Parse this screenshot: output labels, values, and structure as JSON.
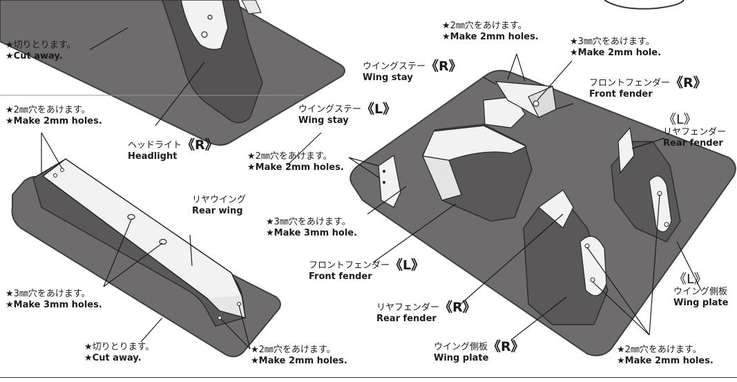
{
  "labels": {
    "cut_top": {
      "jp": "★切りとります。",
      "en": "★Cut away."
    },
    "holes2_top": {
      "jp": "★2㎜穴をあけます。",
      "en": "★Make 2mm holes."
    },
    "hole3_top": {
      "jp": "★3㎜穴をあけます。",
      "en": "★Make 2mm hole."
    },
    "wing_stay_r": {
      "jp": "ウイングステー",
      "side": "《R》",
      "en": "Wing stay"
    },
    "front_fender_r": {
      "jp": "フロントフェンダー",
      "side": "《R》",
      "en": "Front fender"
    },
    "rear_fender_l": {
      "jp": "リヤフェンダー",
      "side": "《L》",
      "en": "Rear fender"
    },
    "holes2_left": {
      "jp": "★2㎜穴をあけます。",
      "en": "★Make 2mm holes."
    },
    "wing_stay_l": {
      "jp": "ウイングステー",
      "side": "《L》",
      "en": "Wing stay"
    },
    "headlight_r": {
      "jp": "ヘッドライト",
      "side": "《R》",
      "en": "Headlight"
    },
    "holes2_mid": {
      "jp": "★2㎜穴をあけます。",
      "en": "★Make 2mm holes."
    },
    "rear_wing": {
      "jp": "リヤウイング",
      "en": "Rear wing"
    },
    "holes3_mid": {
      "jp": "★3㎜穴をあけます。",
      "en": "★Make 3mm hole."
    },
    "front_fender_l": {
      "jp": "フロントフェンダー",
      "side": "《L》",
      "en": "Front fender"
    },
    "holes3_left": {
      "jp": "★3㎜穴をあけます。",
      "en": "★Make 3mm holes."
    },
    "rear_fender_r": {
      "jp": "リヤフェンダー",
      "side": "《R》",
      "en": "Rear fender"
    },
    "wing_plate_l": {
      "jp": "ウイング側板",
      "side": "《L》",
      "en": "Wing plate"
    },
    "cut_bottom": {
      "jp": "★切りとります。",
      "en": "★Cut away."
    },
    "holes2_bottom": {
      "jp": "★2㎜穴をあけます。",
      "en": "★Make 2mm holes."
    },
    "wing_plate_r": {
      "jp": "ウイング側板",
      "side": "《R》",
      "en": "Wing plate"
    },
    "holes2_right": {
      "jp": "★2㎜穴をあけます。",
      "en": "★Make 2mm holes."
    }
  },
  "colors": {
    "tray": "#6e6c6c",
    "tray_edge": "#3f3d3d",
    "part": "#f2f2f2",
    "shade": "#8a8888",
    "ink": "#1a1a1a"
  }
}
